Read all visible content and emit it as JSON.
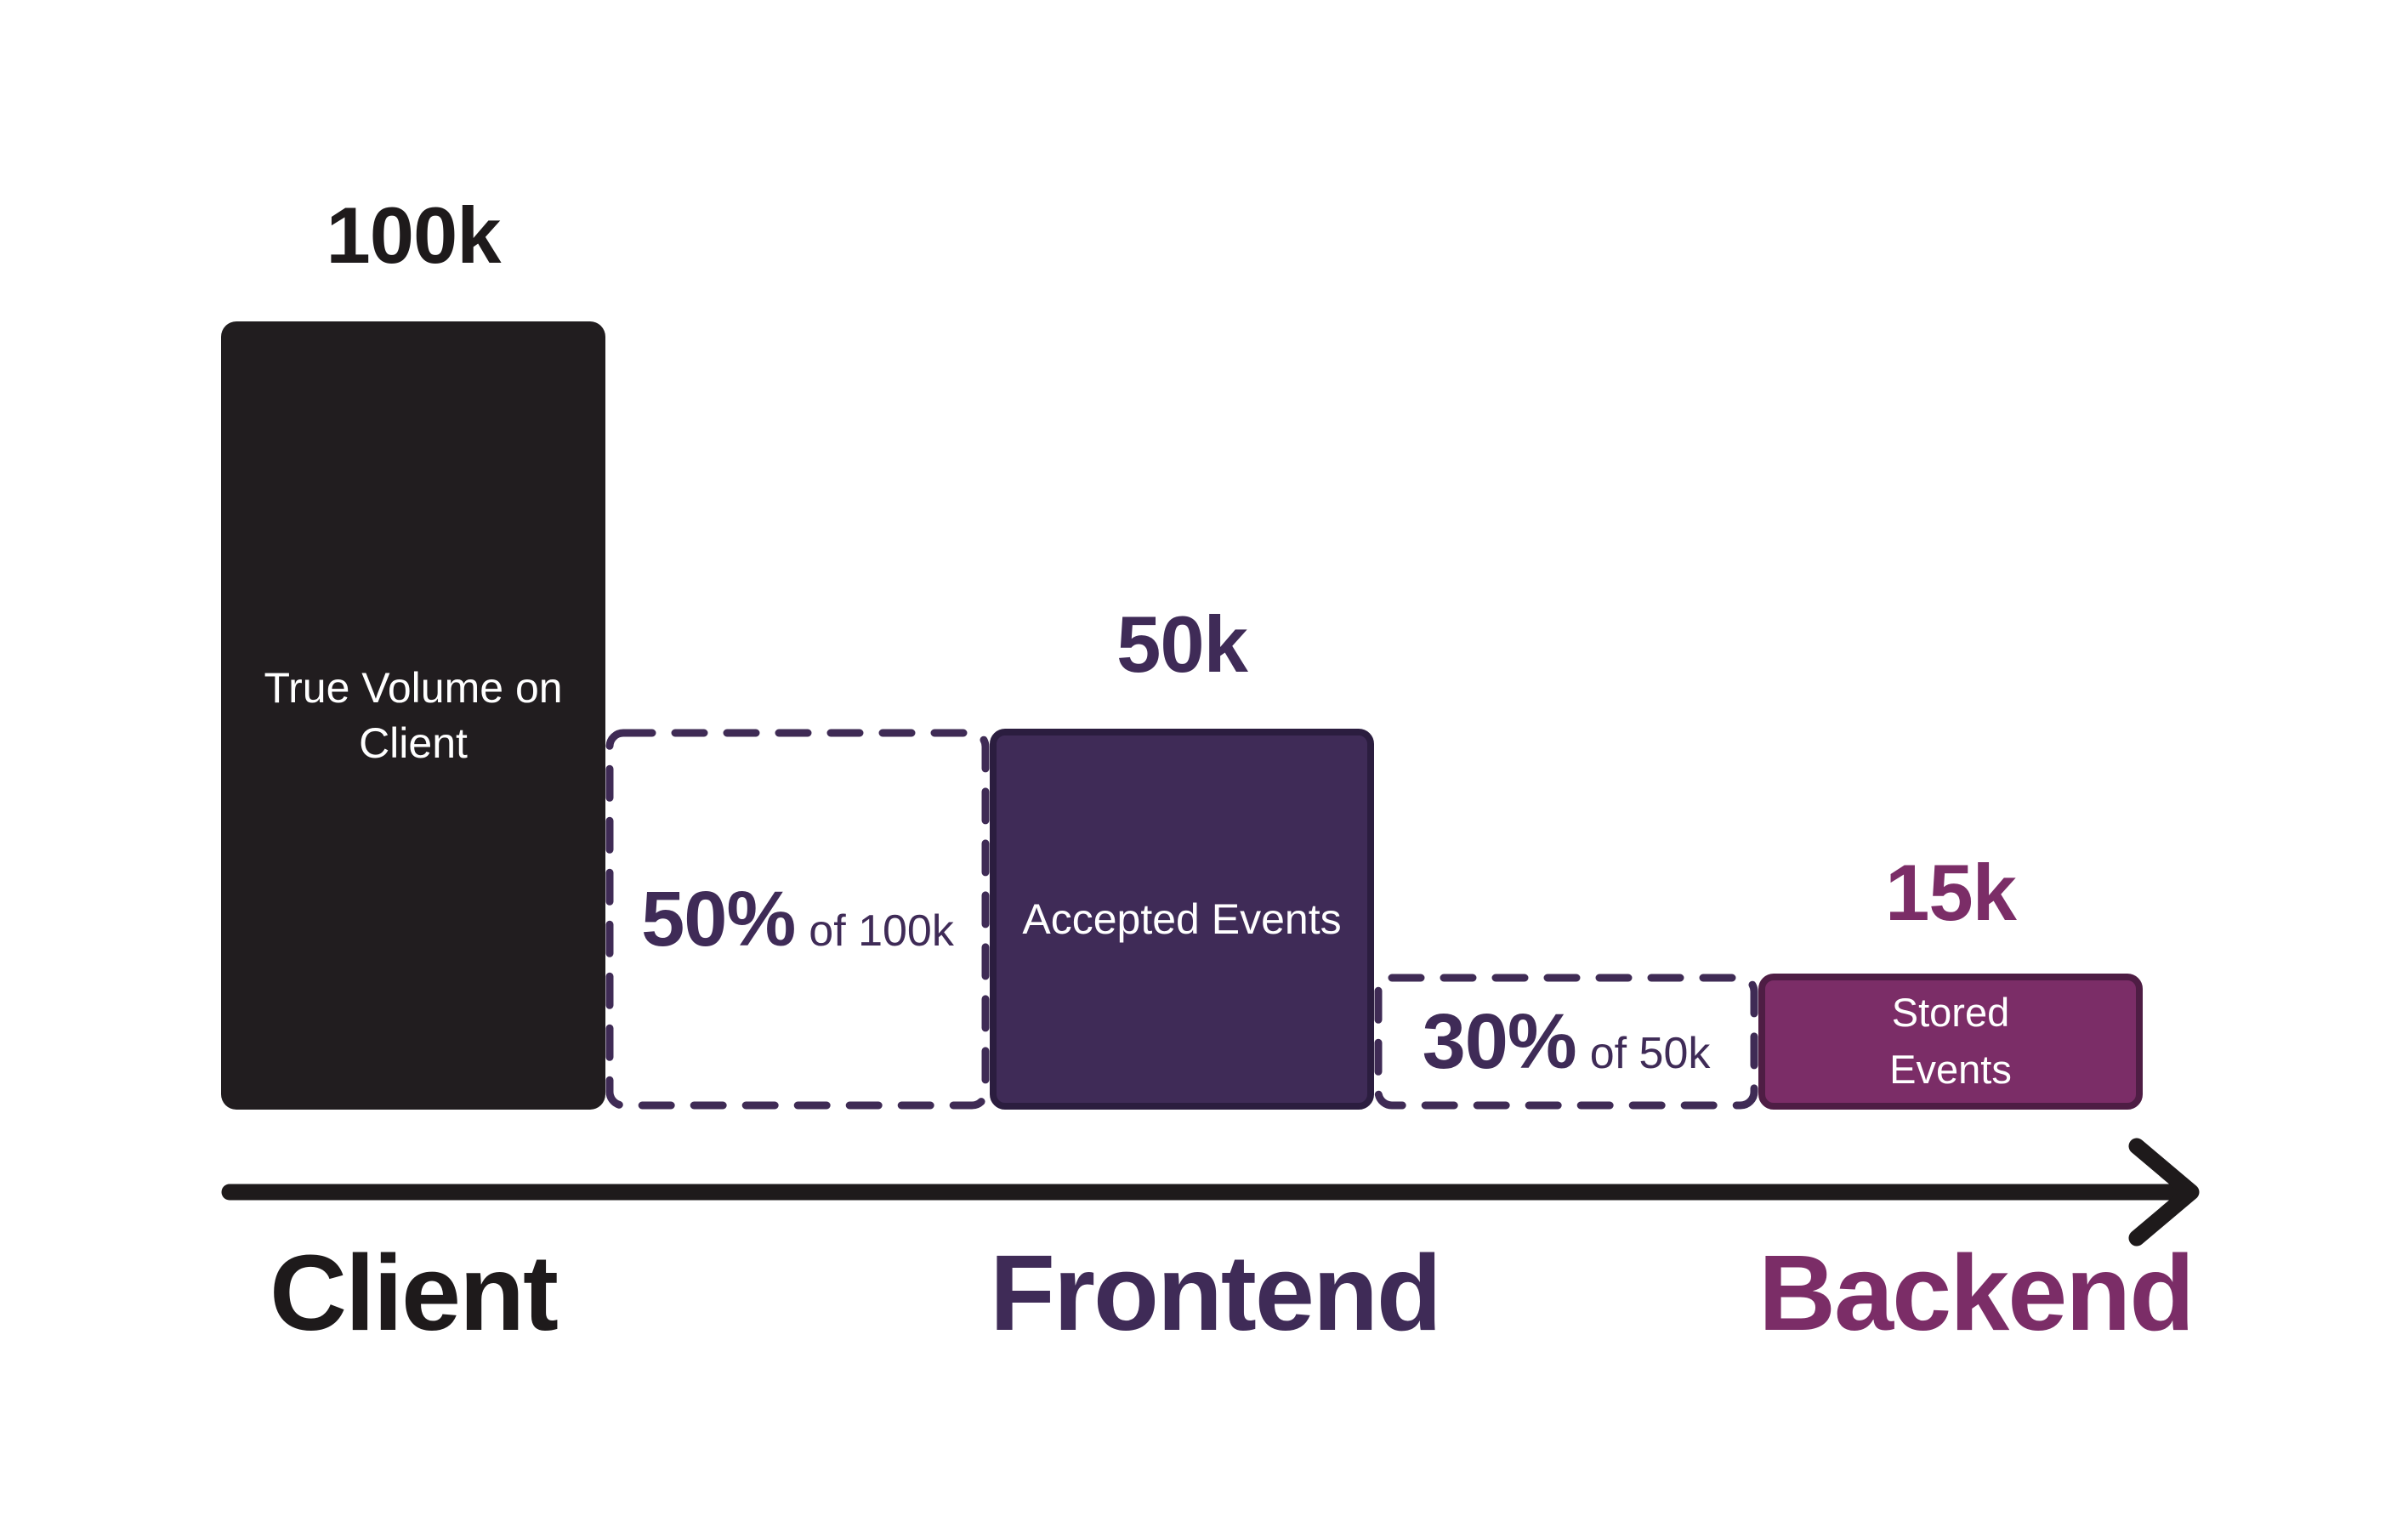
{
  "chart_data": {
    "type": "bar",
    "categories": [
      "Client",
      "Frontend",
      "Backend"
    ],
    "values": [
      100000,
      50000,
      15000
    ],
    "value_labels": [
      "100k",
      "50k",
      "15k"
    ],
    "bar_labels": [
      "True Volume on Client",
      "Accepted Events",
      "Stored Events"
    ],
    "drop_annotations": [
      {
        "percent": "50%",
        "of_label": "of 100k"
      },
      {
        "percent": "30%",
        "of_label": "of 50k"
      }
    ],
    "layout": {
      "orientation": "vertical-bars-left-to-right",
      "baseline_arrow": true,
      "legend": "none",
      "gridlines": "off"
    },
    "colors": {
      "client_bar": "#211D1F",
      "client_text": "#1E1A1B",
      "frontend_bar": "#3F2B57",
      "frontend_border": "#2B1D3F",
      "frontend_text": "#3F2B57",
      "backend_bar": "#7B2D67",
      "backend_border": "#4E1D44",
      "backend_text": "#7B2D67",
      "dashed_box_border": "#3F2B55",
      "bar_label_text": "#FFFFFF",
      "arrow": "#1E1A1B",
      "background": "#FFFFFF"
    }
  }
}
